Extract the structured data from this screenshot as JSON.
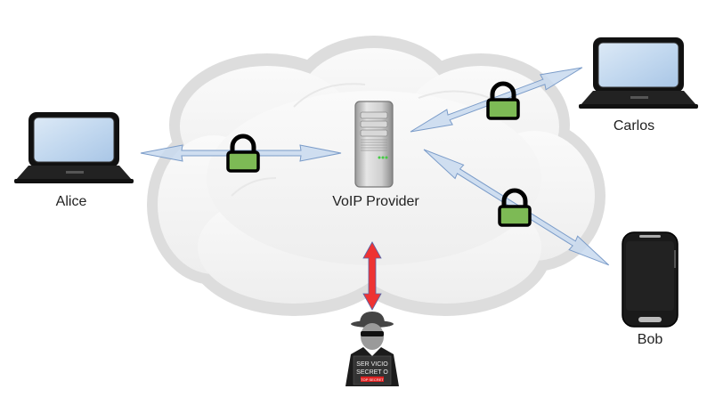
{
  "diagram": {
    "title": "Encrypted VoIP communication with eavesdropper",
    "cloud": {
      "fill": "#f2f2f2",
      "outline": "#dddddd"
    },
    "server": {
      "label": "VoIP Provider",
      "icon": "server-tower-icon"
    },
    "nodes": [
      {
        "id": "alice",
        "label": "Alice",
        "icon": "laptop-icon"
      },
      {
        "id": "carlos",
        "label": "Carlos",
        "icon": "laptop-icon"
      },
      {
        "id": "bob",
        "label": "Bob",
        "icon": "smartphone-icon"
      }
    ],
    "links": [
      {
        "from": "alice",
        "to": "server",
        "encrypted": true,
        "icon": "lock-icon"
      },
      {
        "from": "carlos",
        "to": "server",
        "encrypted": true,
        "icon": "lock-icon"
      },
      {
        "from": "bob",
        "to": "server",
        "encrypted": true,
        "icon": "lock-icon"
      },
      {
        "from": "eavesdropper",
        "to": "server",
        "encrypted": false,
        "color": "#ee3333"
      }
    ],
    "eavesdropper": {
      "icon": "spy-agent-icon",
      "sign_line1": "SER VICIO",
      "sign_line2": "SECRET O",
      "badge": "TOP SECRET"
    },
    "colors": {
      "lock_body": "#7dba55",
      "lock_outline": "#000000",
      "arrow_fill": "#c8d9ee",
      "arrow_stroke": "#7b9cc9",
      "intercept_arrow": "#ee3333"
    }
  }
}
